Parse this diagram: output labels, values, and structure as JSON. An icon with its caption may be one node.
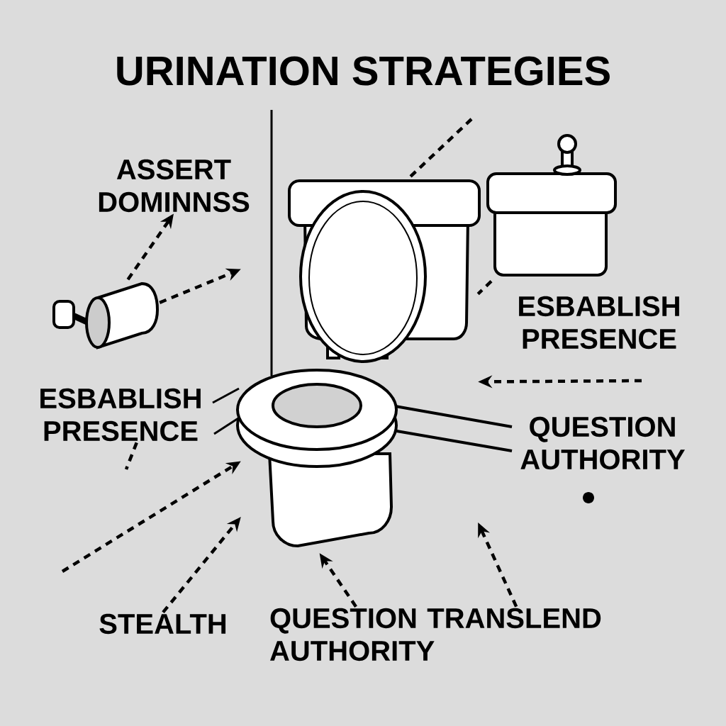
{
  "diagram": {
    "title": "URINATION STRATEGIES",
    "nodes": [
      {
        "text": [
          "ASSERT DOMINNSS"
        ]
      },
      {
        "text": [],
        "shape": "picture"
      },
      {
        "text": [],
        "shape": "picture"
      },
      {
        "text": [],
        "shape": "picture"
      },
      {
        "text": [
          "ESBABLISH PRESENCE"
        ]
      },
      {
        "text": [
          "ESBABLISH PRESENCE"
        ]
      },
      {
        "text": [
          "QUESTION AUTHORITY"
        ]
      },
      {
        "text": [
          "STEALTH"
        ]
      },
      {
        "text": [
          "QUESTION TRANSLEND AUTHORITY"
        ]
      }
    ],
    "edges": [
      {
        "from": 1,
        "to": 0,
        "arrow": "to"
      },
      {
        "from": 1,
        "to": 2,
        "arrow": "to"
      },
      {
        "from": null,
        "to": 2,
        "arrow": "none"
      },
      {
        "from": 3,
        "to": 2,
        "arrow": "none"
      },
      {
        "from": null,
        "to": 2,
        "arrow": "to"
      },
      {
        "from": 4,
        "to": null,
        "arrow": "none"
      },
      {
        "from": null,
        "to": 2,
        "arrow": "to"
      },
      {
        "from": 7,
        "to": 2,
        "arrow": "to"
      },
      {
        "from": 8,
        "to": 2,
        "arrow": "to"
      },
      {
        "from": 8,
        "to": 2,
        "arrow": "to"
      }
    ]
  }
}
